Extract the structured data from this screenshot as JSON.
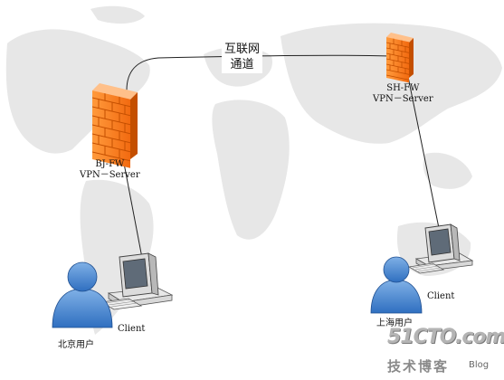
{
  "tunnel": {
    "line1": "互联网",
    "line2": "通道"
  },
  "bj_fw": {
    "name": "BJ-FW",
    "role": "VPN－Server"
  },
  "sh_fw": {
    "name": "SH-FW",
    "role": "VPN－Server"
  },
  "bj_client": {
    "label": "Client"
  },
  "sh_client": {
    "label": "Client"
  },
  "bj_user": {
    "label": "北京用户"
  },
  "sh_user": {
    "label": "上海用户"
  },
  "watermark": {
    "site": "51CTO.com",
    "cn": "技术博客",
    "blog": "Blog"
  }
}
